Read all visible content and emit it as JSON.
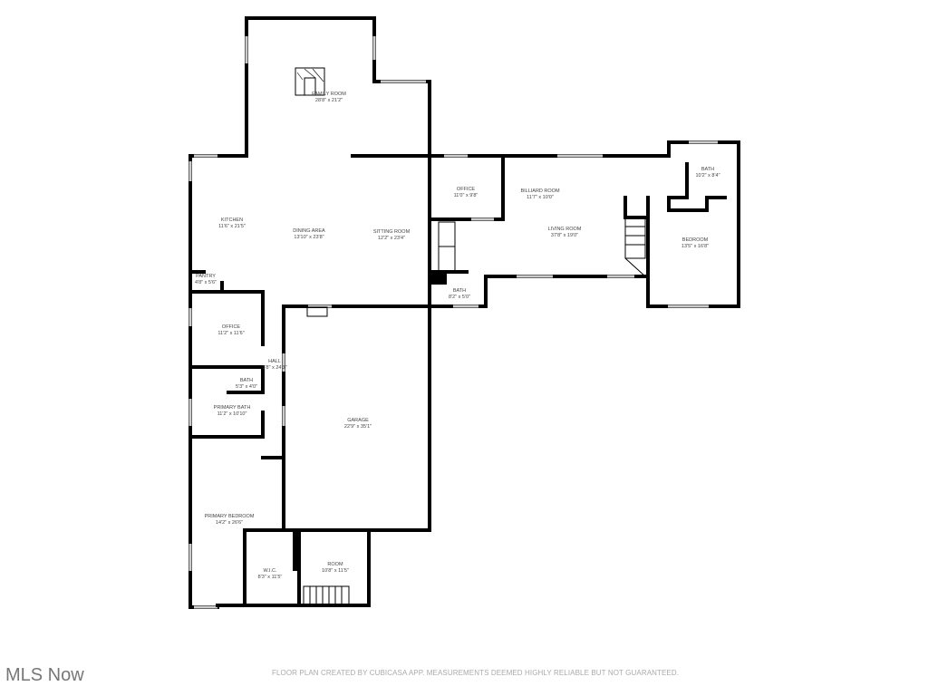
{
  "rooms": [
    {
      "name": "FAMILY ROOM",
      "dims": "28'8\" x 21'2\""
    },
    {
      "name": "KITCHEN",
      "dims": "11'6\" x 21'5\""
    },
    {
      "name": "DINING AREA",
      "dims": "13'10\" x 23'8\""
    },
    {
      "name": "SITTING ROOM",
      "dims": "12'2\" x 23'4\""
    },
    {
      "name": "PANTRY",
      "dims": "4'8\" x 5'6\""
    },
    {
      "name": "OFFICE",
      "dims": "11'0\" x 9'8\""
    },
    {
      "name": "BILLIARD ROOM",
      "dims": "11'7\" x 10'0\""
    },
    {
      "name": "LIVING ROOM",
      "dims": "37'8\" x 19'0\""
    },
    {
      "name": "BATH",
      "dims": "10'2\" x 8'4\""
    },
    {
      "name": "BEDROOM",
      "dims": "13'5\" x 16'8\""
    },
    {
      "name": "BATH",
      "dims": "8'2\" x 5'0\""
    },
    {
      "name": "OFFICE",
      "dims": "11'2\" x 11'6\""
    },
    {
      "name": "HALL",
      "dims": "3'8\" x 24'3\""
    },
    {
      "name": "BATH",
      "dims": "5'3\" x 4'0\""
    },
    {
      "name": "PRIMARY BATH",
      "dims": "11'2\" x 10'10\""
    },
    {
      "name": "GARAGE",
      "dims": "22'9\" x 35'1\""
    },
    {
      "name": "PRIMARY BEDROOM",
      "dims": "14'2\" x 26'6\""
    },
    {
      "name": "W.I.C.",
      "dims": "8'3\" x 11'5\""
    },
    {
      "name": "ROOM",
      "dims": "10'8\" x 11'5\""
    }
  ],
  "footer": "FLOOR PLAN CREATED BY CUBICASA APP. MEASUREMENTS DEEMED HIGHLY RELIABLE BUT NOT GUARANTEED.",
  "logo": "MLS Now"
}
